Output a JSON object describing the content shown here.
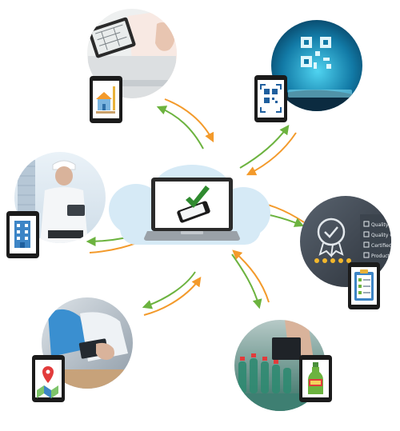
{
  "colors": {
    "arrow_orange": "#f39a2b",
    "arrow_green": "#6cb33f",
    "cloud": "#d6eaf6",
    "phone_body": "#1b1b1b",
    "checkmark": "#2f8a2f"
  },
  "hub": {
    "name": "cloud-laptop",
    "icon": "checkmark-icon"
  },
  "nodes": [
    {
      "name": "node-design-blueprint",
      "photo": "blueprint-tablet-photo",
      "device_icon": "house-design-icon"
    },
    {
      "name": "node-qr-scan",
      "photo": "qr-hologram-photo",
      "device_icon": "qr-scan-icon"
    },
    {
      "name": "node-quality-certification",
      "photo": "quality-checklist-photo",
      "device_icon": "clipboard-checklist-icon"
    },
    {
      "name": "node-bottling-production",
      "photo": "bottling-line-photo",
      "device_icon": "bottle-icon"
    },
    {
      "name": "node-logistics-map",
      "photo": "warehouse-worker-photo",
      "device_icon": "map-pin-icon"
    },
    {
      "name": "node-construction-building",
      "photo": "engineer-photo",
      "device_icon": "building-icon"
    }
  ],
  "quality_checklist": {
    "lines": [
      "Quality a",
      "Quality Co",
      "Certified",
      "Product re"
    ]
  }
}
